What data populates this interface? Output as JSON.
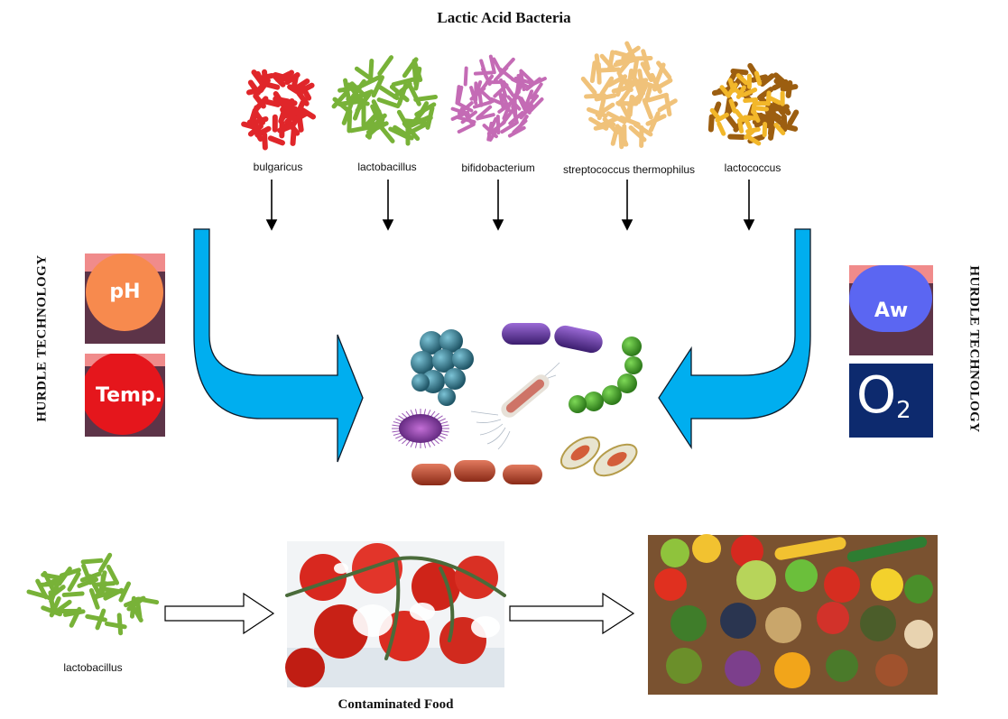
{
  "title": "Lactic Acid Bacteria",
  "bacteria": [
    {
      "label": "bulgaricus",
      "color": "#e0262a"
    },
    {
      "label": "lactobacillus",
      "color": "#78b238"
    },
    {
      "label": "bifidobacterium",
      "color": "#c46bb5"
    },
    {
      "label": "streptococcus thermophilus",
      "color": "#f0c27a"
    },
    {
      "label": "lactococcus",
      "color": "#9c5e10"
    }
  ],
  "hurdle_label": "HURDLE TECHNOLOGY",
  "hurdles_left": [
    {
      "label": "pH",
      "color": "#f78a4e"
    },
    {
      "label": "Temp.",
      "color": "#e5161c"
    }
  ],
  "hurdles_right": [
    {
      "label": "Aw",
      "color": "#5b66f2"
    },
    {
      "label": "O",
      "sub": "2",
      "color": "#0d2a6e"
    }
  ],
  "bottom": {
    "source_label": "lactobacillus",
    "middle_caption": "Contaminated Food"
  },
  "colors": {
    "big_arrow": "#00aeef",
    "arrow_outline": "#0d1b2a"
  }
}
